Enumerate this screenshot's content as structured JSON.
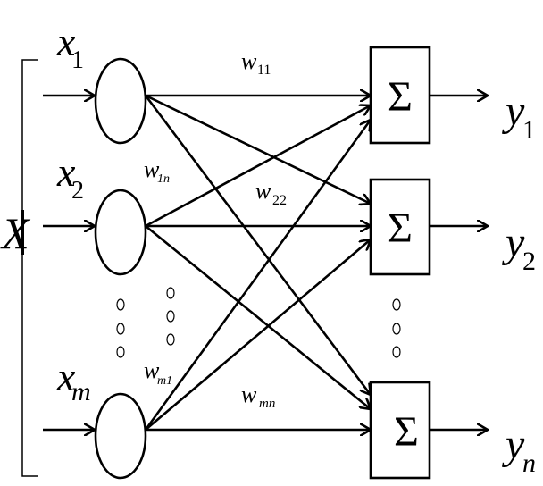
{
  "inputs": {
    "vector_label": "X",
    "items": [
      {
        "symbol": "x",
        "subscript": "1"
      },
      {
        "symbol": "x",
        "subscript": "2"
      },
      {
        "symbol": "x",
        "subscript": "m"
      }
    ]
  },
  "weights": [
    {
      "symbol": "w",
      "subscript": "11"
    },
    {
      "symbol": "w",
      "subscript": "1n"
    },
    {
      "symbol": "w",
      "subscript": "22"
    },
    {
      "symbol": "w",
      "subscript": "m1"
    },
    {
      "symbol": "w",
      "subscript": "mn"
    }
  ],
  "summation_symbol": "Σ",
  "outputs": [
    {
      "symbol": "y",
      "subscript": "1"
    },
    {
      "symbol": "y",
      "subscript": "2"
    },
    {
      "symbol": "y",
      "subscript": "n"
    }
  ],
  "ellipsis_glyph": "0"
}
